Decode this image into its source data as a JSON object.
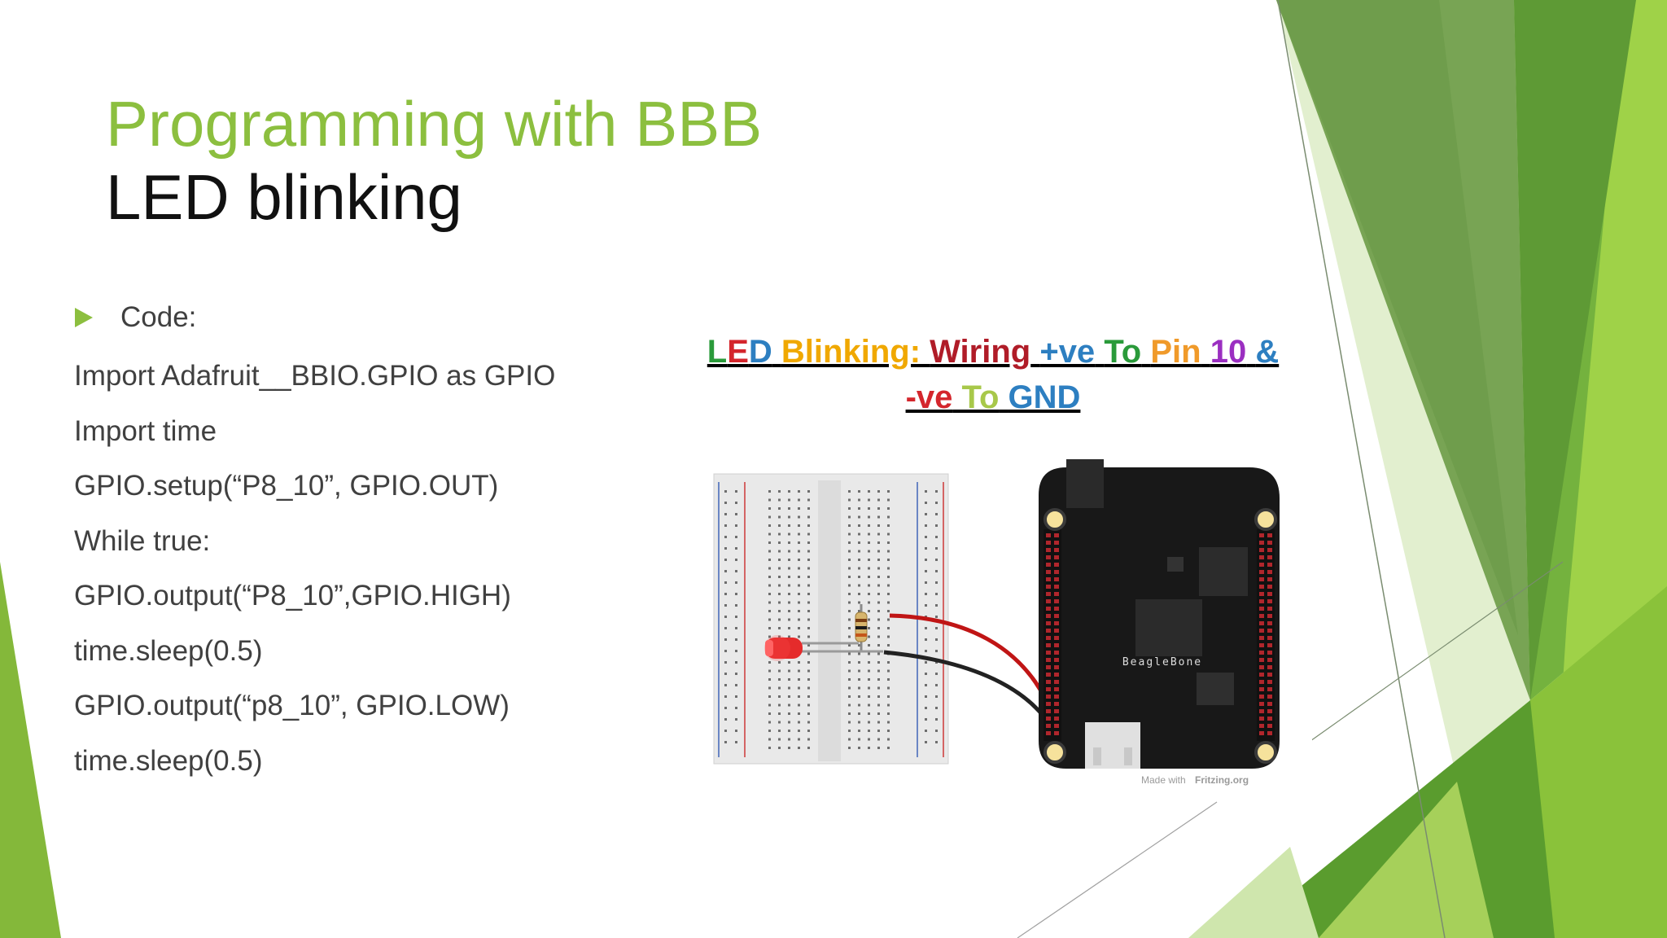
{
  "slide": {
    "title_main": "Programming with BBB",
    "title_sub": "LED blinking",
    "bullet": "Code:",
    "code": [
      "Import Adafruit__BBIO.GPIO as GPIO",
      "Import time",
      "GPIO.setup(“P8_10”, GPIO.OUT)",
      "While true:",
      "GPIO.output(“P8_10”,GPIO.HIGH)",
      "time.sleep(0.5)",
      "GPIO.output(“p8_10”, GPIO.LOW)",
      "time.sleep(0.5)"
    ]
  },
  "figure": {
    "caption_line1": [
      {
        "text": "L",
        "color": "#2a9a3a"
      },
      {
        "text": "E",
        "color": "#d4262c"
      },
      {
        "text": "D",
        "color": "#2d7fc1"
      },
      {
        "text": " ",
        "color": "#000000"
      },
      {
        "text": "Blinking:",
        "color": "#f0a800"
      },
      {
        "text": " ",
        "color": "#000000"
      },
      {
        "text": "Wiring",
        "color": "#b01c28"
      },
      {
        "text": " ",
        "color": "#000000"
      },
      {
        "text": "+ve",
        "color": "#2d7fc1"
      },
      {
        "text": " ",
        "color": "#000000"
      },
      {
        "text": "To",
        "color": "#2a9a3a"
      },
      {
        "text": " ",
        "color": "#000000"
      },
      {
        "text": "Pin",
        "color": "#f09a2a"
      },
      {
        "text": " ",
        "color": "#000000"
      },
      {
        "text": "10",
        "color": "#9b2fc1"
      },
      {
        "text": " ",
        "color": "#000000"
      },
      {
        "text": "&",
        "color": "#2d7fc1"
      }
    ],
    "caption_line2": [
      {
        "text": "-ve",
        "color": "#d4262c"
      },
      {
        "text": " ",
        "color": "#000000"
      },
      {
        "text": "To",
        "color": "#a8c84a"
      },
      {
        "text": " ",
        "color": "#000000"
      },
      {
        "text": "GND",
        "color": "#2d7fc1"
      }
    ],
    "board_label": "BeagleBone",
    "credit_prefix": "Made with",
    "credit_site": "Fritzing.org"
  },
  "theme": {
    "accent": "#8cbf3f",
    "title_dark": "#111111",
    "body_text": "#404040"
  }
}
